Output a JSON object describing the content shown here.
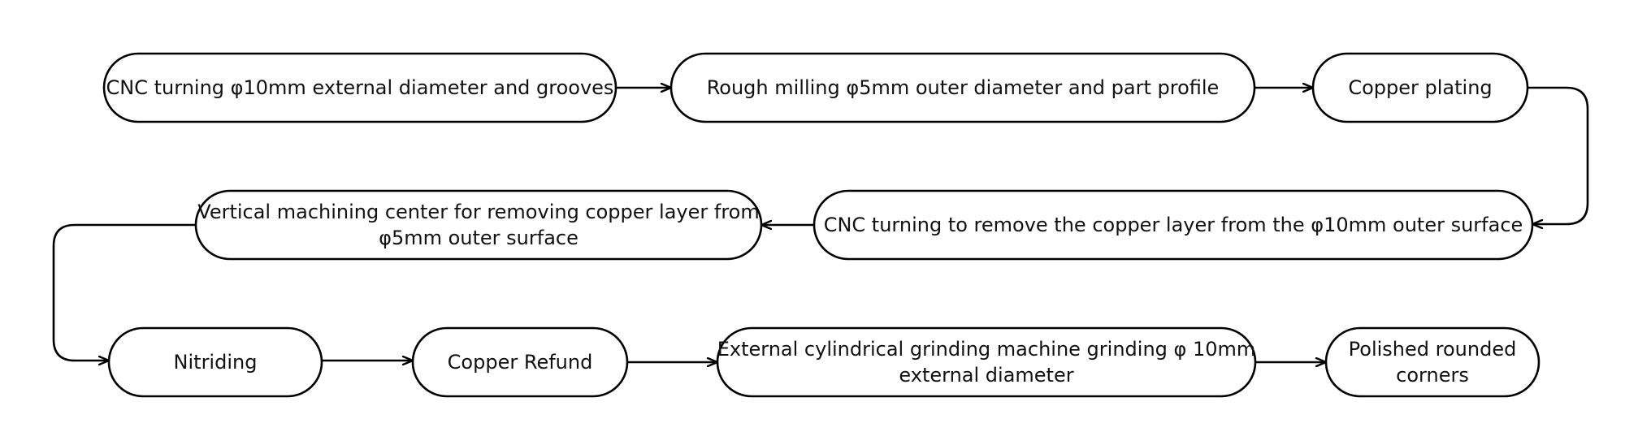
{
  "flowchart": {
    "steps": [
      {
        "id": "s1",
        "label": "CNC turning φ10mm external diameter and grooves"
      },
      {
        "id": "s2",
        "label": "Rough milling φ5mm outer diameter and part profile"
      },
      {
        "id": "s3",
        "label": "Copper plating"
      },
      {
        "id": "s4",
        "label": "CNC turning to remove the copper layer from the φ10mm outer surface"
      },
      {
        "id": "s5",
        "label": [
          "Vertical machining center for removing copper layer from",
          "φ5mm outer surface"
        ]
      },
      {
        "id": "s6",
        "label": "Nitriding"
      },
      {
        "id": "s7",
        "label": "Copper Refund"
      },
      {
        "id": "s8",
        "label": [
          "External cylindrical grinding machine grinding φ 10mm",
          "external diameter"
        ]
      },
      {
        "id": "s9",
        "label": [
          "Polished rounded",
          "corners"
        ]
      }
    ],
    "connections": [
      {
        "from": "s1",
        "to": "s2"
      },
      {
        "from": "s2",
        "to": "s3"
      },
      {
        "from": "s3",
        "to": "s4"
      },
      {
        "from": "s4",
        "to": "s5"
      },
      {
        "from": "s5",
        "to": "s6"
      },
      {
        "from": "s6",
        "to": "s7"
      },
      {
        "from": "s7",
        "to": "s8"
      },
      {
        "from": "s8",
        "to": "s9"
      }
    ],
    "colors": {
      "stroke": "#000000",
      "fill": "#ffffff",
      "text": "#111111"
    }
  }
}
